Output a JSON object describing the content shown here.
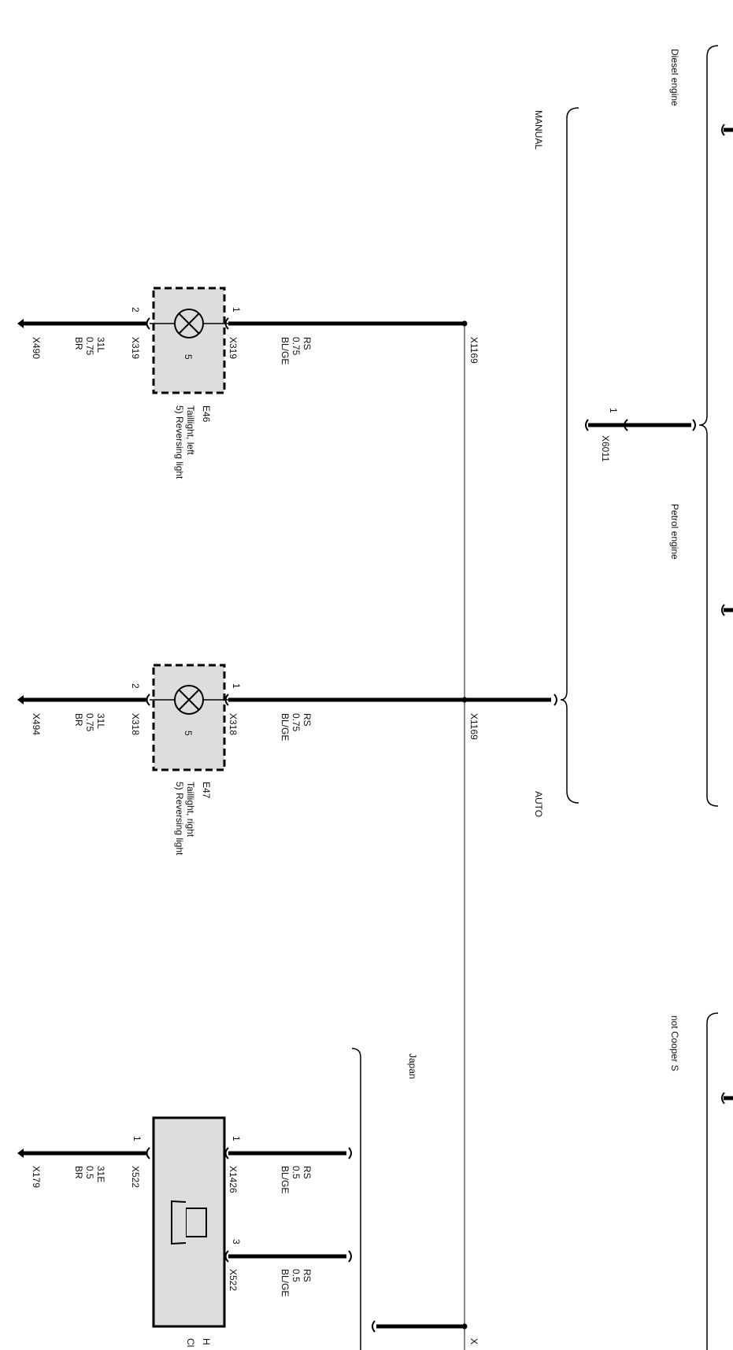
{
  "brackets": {
    "diesel": "Diesel engine",
    "petrol": "Petrol engine",
    "not_cooper_s": "not Cooper S",
    "manual": "MANUAL",
    "auto": "AUTO",
    "japan": "Japan"
  },
  "x6011": {
    "pin": "1",
    "connector": "X6011"
  },
  "e46": {
    "id": "E46",
    "name": "Taillight, left",
    "function": "5) Reversing light",
    "internal": "5",
    "pin_in": "1",
    "conn_in": "X319",
    "pin_out": "2",
    "conn_out": "X319",
    "wire_in": [
      "RS",
      "0.75",
      "BL/GE"
    ],
    "wire_out": [
      "31L",
      "0.75",
      "BR"
    ],
    "ground": "X490",
    "splice": "X1169"
  },
  "e47": {
    "id": "E47",
    "name": "Taillight, right",
    "function": "5) Reversing light",
    "internal": "5",
    "pin_in": "1",
    "conn_in": "X318",
    "pin_out": "2",
    "conn_out": "X318",
    "wire_in": [
      "RS",
      "0.75",
      "BL/GE"
    ],
    "wire_out": [
      "31L",
      "0.75",
      "BR"
    ],
    "ground": "X494",
    "splice": "X1169"
  },
  "horn": {
    "id_partial": "H",
    "name_partial": "Cl",
    "pin_a": "1",
    "conn_a": "X1426",
    "wire_a": [
      "RS",
      "0.5",
      "BL/GE"
    ],
    "pin_b": "3",
    "conn_b": "X522",
    "wire_b": [
      "RS",
      "0.5",
      "BL/GE"
    ],
    "pin_gnd": "1",
    "conn_gnd": "X522",
    "wire_gnd": [
      "31E",
      "0.5",
      "BR"
    ],
    "ground": "X179",
    "splice_partial": "X"
  }
}
